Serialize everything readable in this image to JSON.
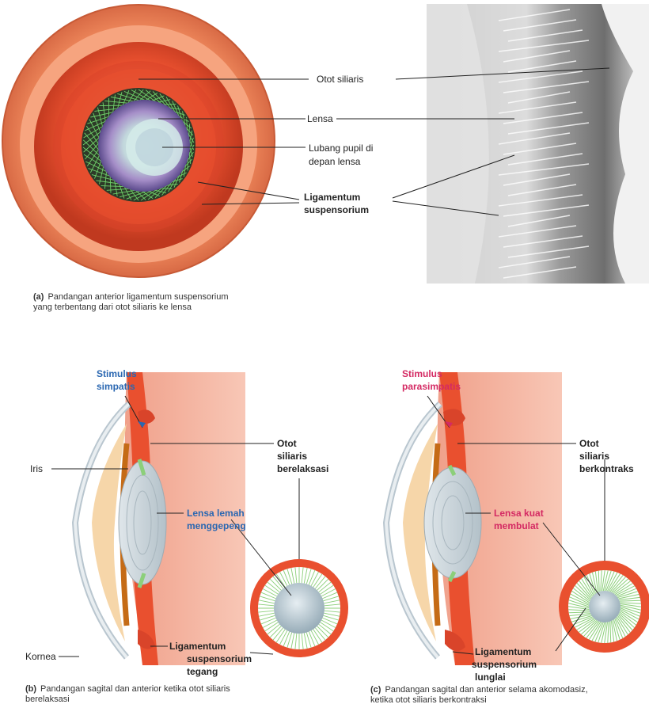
{
  "panel_a": {
    "labels": {
      "otot_siliaris": "Otot siliaris",
      "lensa": "Lensa",
      "lubang_pupil_line1": "Lubang pupil di",
      "lubang_pupil_line2": "depan lensa",
      "ligamentum_line1": "Ligamentum",
      "ligamentum_line2": "suspensorium"
    },
    "caption_letter": "(a)",
    "caption_text": "Pandangan anterior ligamentum suspensorium yang terbentang dari otot siliaris ke lensa"
  },
  "panel_b": {
    "stimulus_line1": "Stimulus",
    "stimulus_line2": "simpatis",
    "otot_line1": "Otot",
    "otot_line2": "siliaris",
    "otot_line3": "berelaksasi",
    "iris": "Iris",
    "lensa_line1": "Lensa lemah",
    "lensa_line2": "menggepeng",
    "kornea": "Kornea",
    "lig_line1": "Ligamentum",
    "lig_line2": "suspensorium",
    "lig_line3": "tegang",
    "caption_letter": "(b)",
    "caption_text": "Pandangan sagital dan anterior ketika otot siliaris berelaksasi"
  },
  "panel_c": {
    "stimulus_line1": "Stimulus",
    "stimulus_line2": "parasimpatis",
    "otot_line1": "Otot",
    "otot_line2": "siliaris",
    "otot_line3": "berkontraks",
    "lensa_line1": "Lensa kuat",
    "lensa_line2": "membulat",
    "lig_line1": "Ligamentum",
    "lig_line2": "suspensorium",
    "lig_line3": "lunglai",
    "caption_letter": "(c)",
    "caption_text": "Pandangan sagital dan anterior selama akomodasiz, ketika otot siliaris berkontraksi"
  },
  "colors": {
    "muscle": "#e9502f",
    "sclera": "#f08a5d",
    "lens": "#c9d2da",
    "ligament": "#8ccf7a",
    "stimulus_symp": "#2a67b1",
    "stimulus_para": "#d42a63"
  }
}
